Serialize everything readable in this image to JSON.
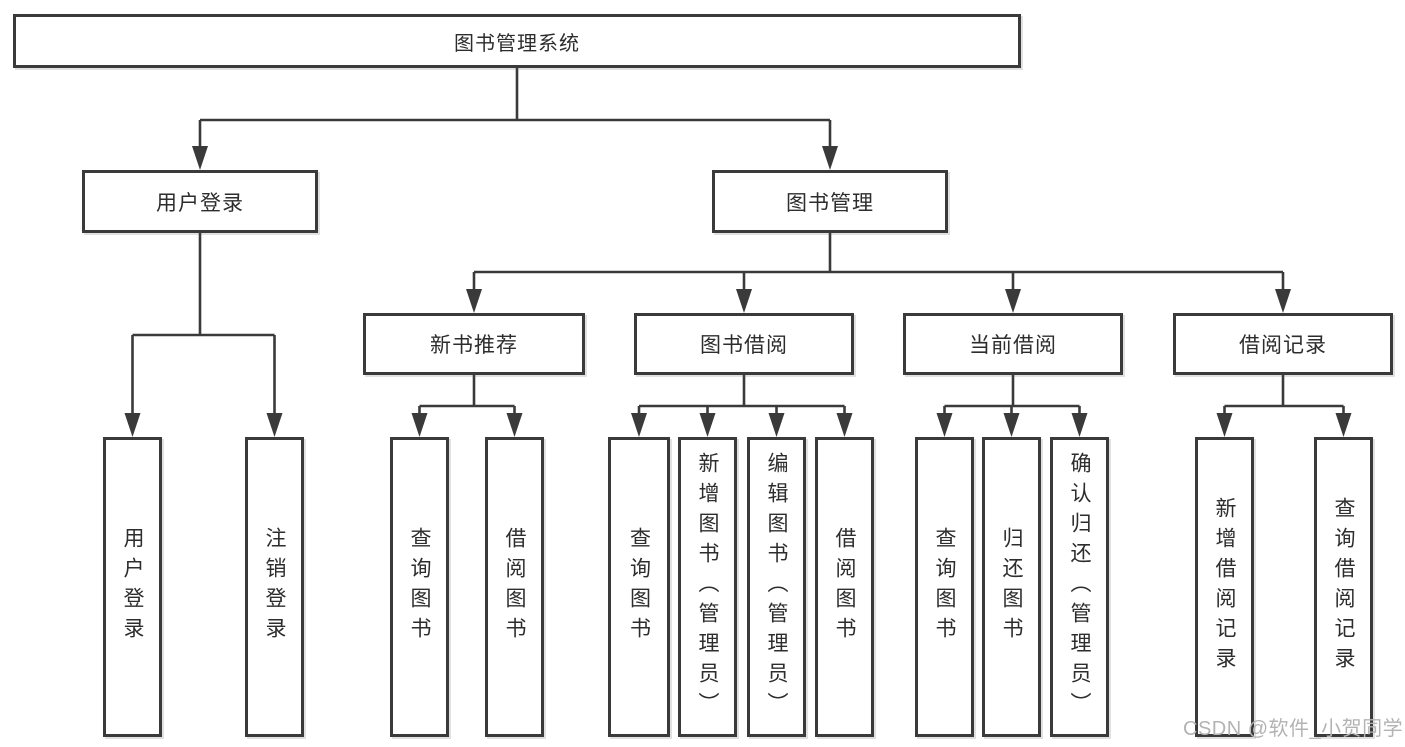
{
  "diagram_title": "图书管理系统",
  "colors": {
    "line": "#3a3a3a",
    "box_border": "#3a3a3a",
    "text": "#2d2d2d",
    "watermark": "#b3b3b3",
    "background": "#ffffff"
  },
  "nodes": {
    "root": {
      "label": "图书管理系统"
    },
    "level2": [
      {
        "label": "用户登录"
      },
      {
        "label": "图书管理"
      }
    ],
    "level3": [
      {
        "label": "新书推荐",
        "parent": "图书管理"
      },
      {
        "label": "图书借阅",
        "parent": "图书管理"
      },
      {
        "label": "当前借阅",
        "parent": "图书管理"
      },
      {
        "label": "借阅记录",
        "parent": "图书管理"
      }
    ],
    "leaves": [
      {
        "label": "用户登录",
        "parent": "用户登录"
      },
      {
        "label": "注销登录",
        "parent": "用户登录"
      },
      {
        "label": "查询图书",
        "parent": "新书推荐"
      },
      {
        "label": "借阅图书",
        "parent": "新书推荐"
      },
      {
        "label": "查询图书",
        "parent": "图书借阅"
      },
      {
        "label": "新增图书（管理员）",
        "parent": "图书借阅"
      },
      {
        "label": "编辑图书（管理员）",
        "parent": "图书借阅"
      },
      {
        "label": "借阅图书",
        "parent": "图书借阅"
      },
      {
        "label": "查询图书",
        "parent": "当前借阅"
      },
      {
        "label": "归还图书",
        "parent": "当前借阅"
      },
      {
        "label": "确认归还（管理员）",
        "parent": "当前借阅"
      },
      {
        "label": "新增借阅记录",
        "parent": "借阅记录"
      },
      {
        "label": "查询借阅记录",
        "parent": "借阅记录"
      }
    ]
  },
  "watermark": {
    "text": "CSDN @软件_小贺同学"
  }
}
